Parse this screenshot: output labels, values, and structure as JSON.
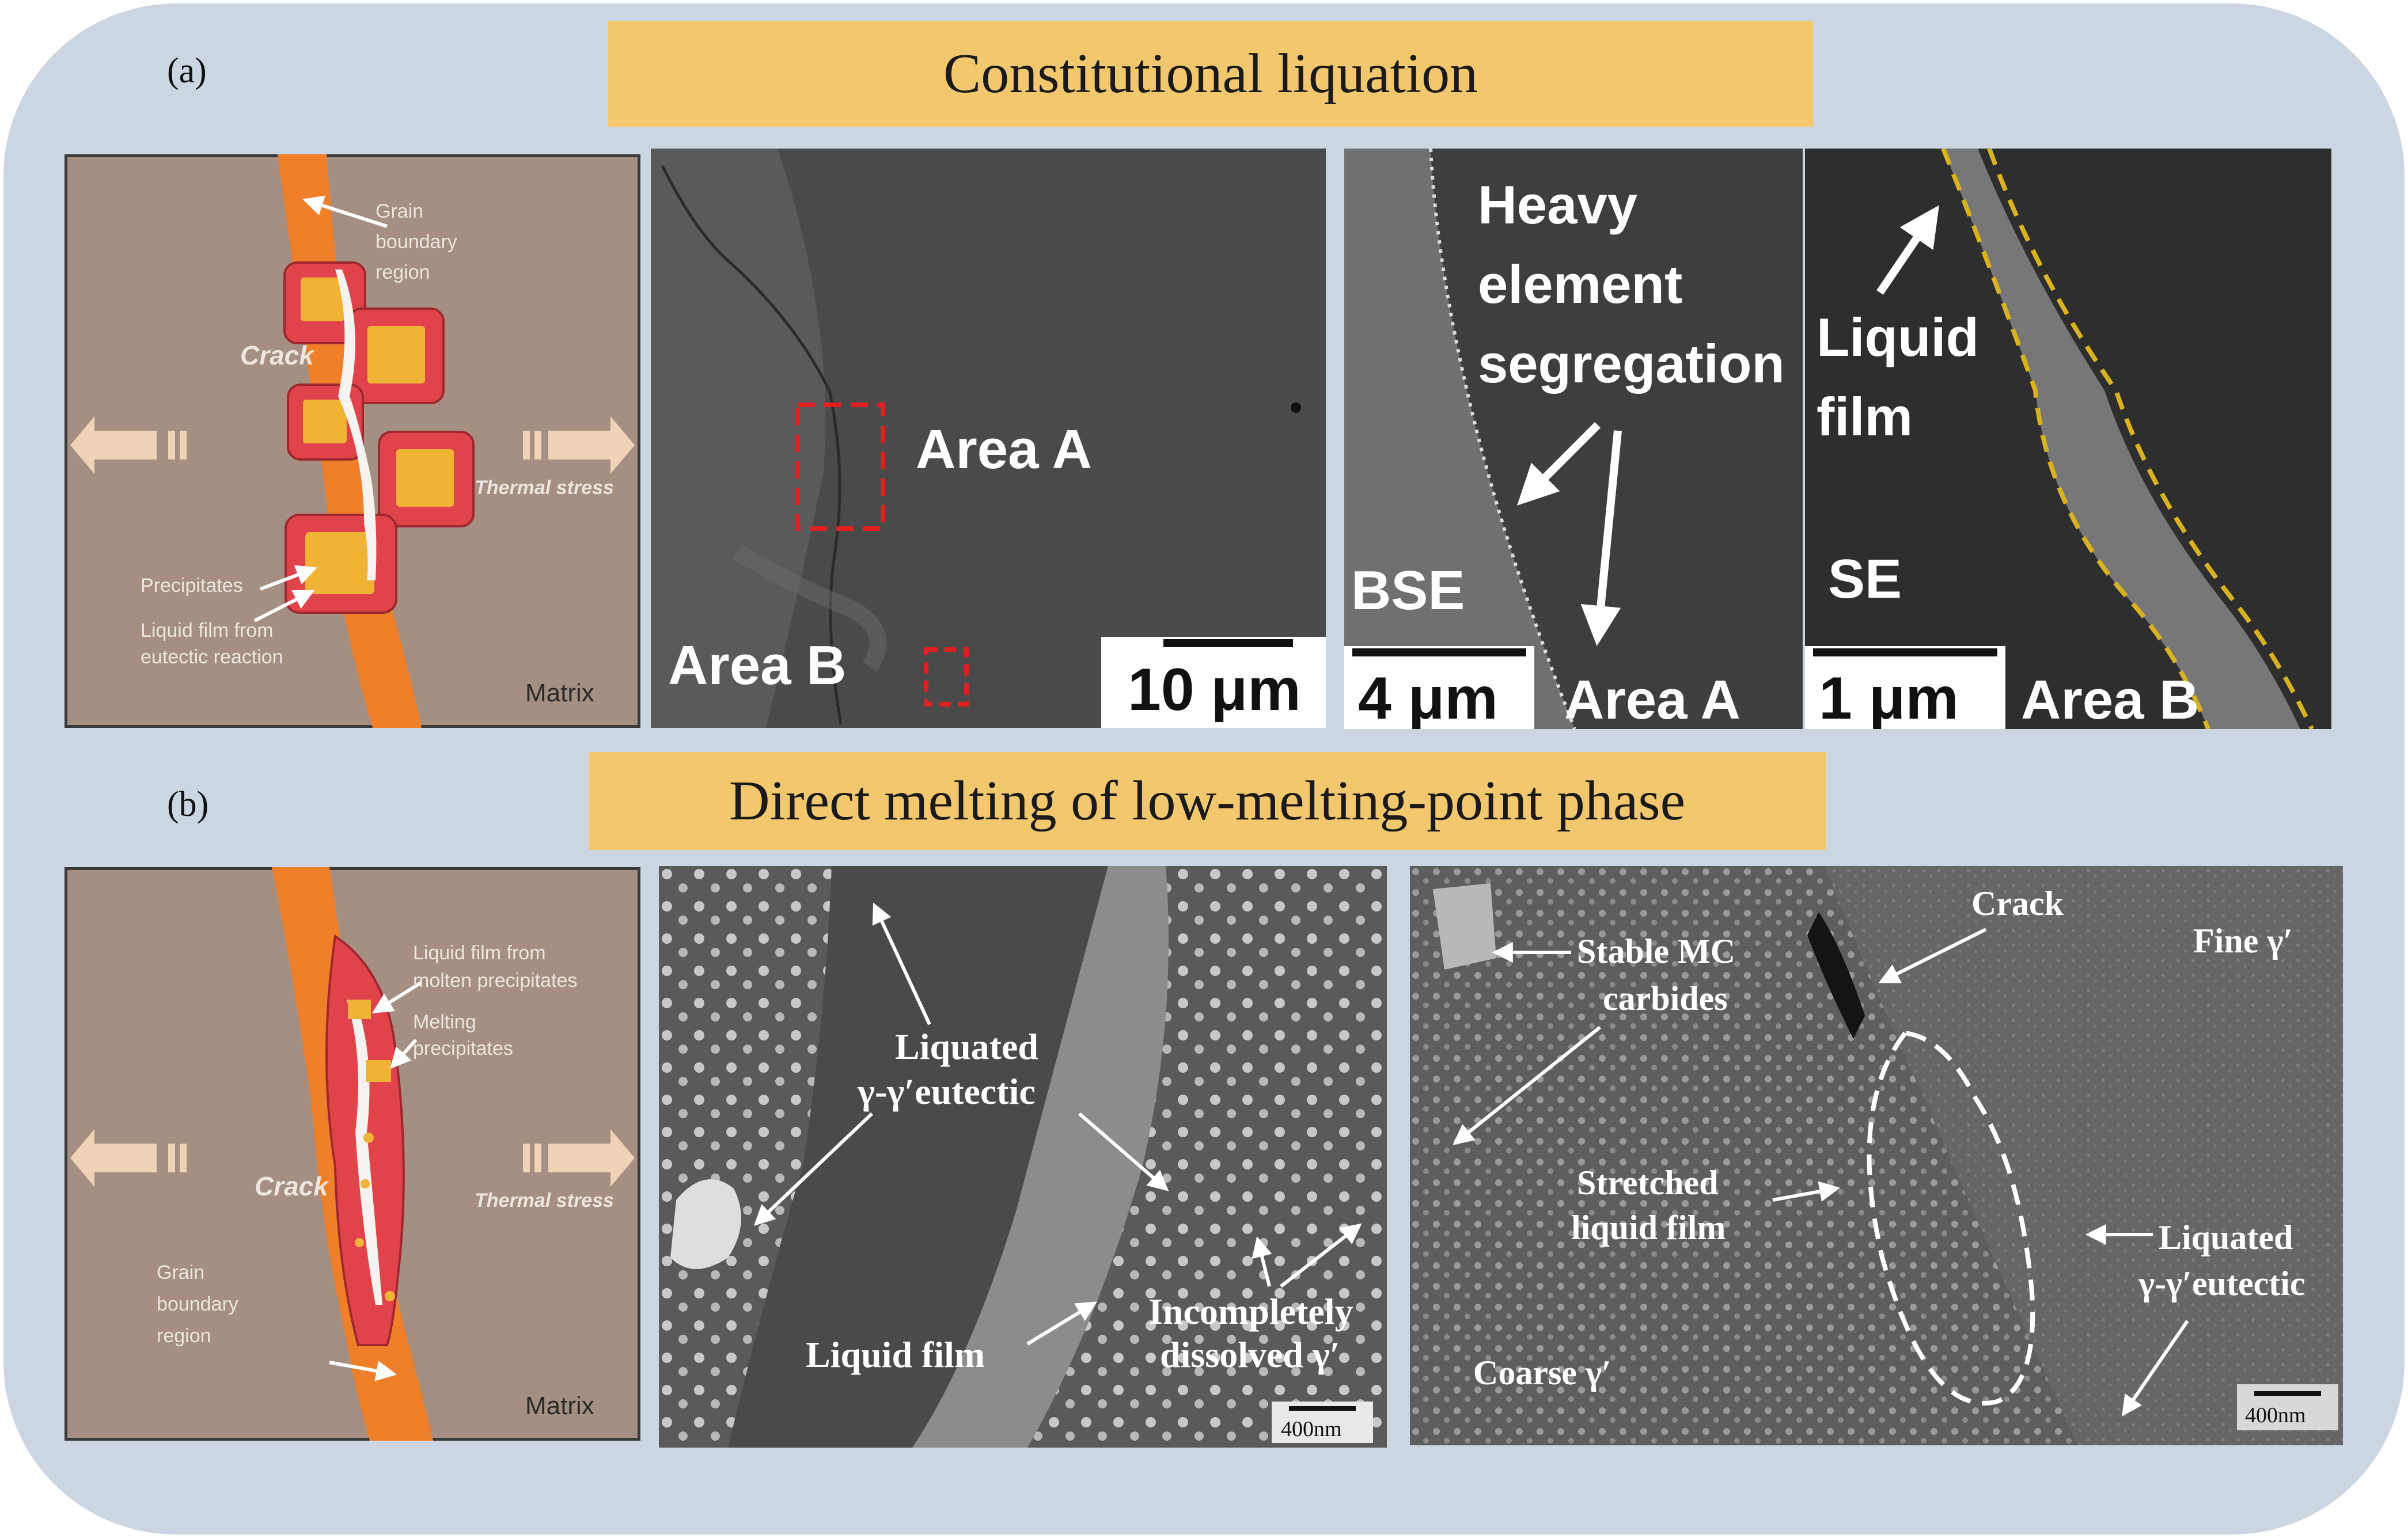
{
  "labels": {
    "a": "(a)",
    "b": "(b)"
  },
  "banners": {
    "a": "Constitutional liquation",
    "b": "Direct melting of low-melting-point phase"
  },
  "schematic_a": {
    "grain_boundary": [
      "Grain",
      "boundary",
      "region"
    ],
    "crack": "Crack",
    "thermal_stress": "Thermal stress",
    "precipitates": "Precipitates",
    "liquid_film": [
      "Liquid film from",
      "eutectic reaction"
    ],
    "matrix": "Matrix"
  },
  "sem_a1": {
    "area_a": "Area A",
    "area_b": "Area B",
    "scale": "10 μm"
  },
  "sem_a2": {
    "annotation": [
      "Heavy",
      "element",
      "segregation"
    ],
    "mode": "BSE",
    "scale": "4 μm",
    "area": "Area A"
  },
  "sem_a3": {
    "annotation": [
      "Liquid",
      "film"
    ],
    "mode": "SE",
    "scale": "1 μm",
    "area": "Area B"
  },
  "schematic_b": {
    "liquid_film": [
      "Liquid film from",
      "molten precipitates"
    ],
    "melting": [
      "Melting",
      "precipitates"
    ],
    "crack": "Crack",
    "thermal_stress": "Thermal stress",
    "grain_boundary": [
      "Grain",
      "boundary",
      "region"
    ],
    "matrix": "Matrix"
  },
  "sem_b1": {
    "liquated": [
      "Liquated",
      "γ-γ′eutectic"
    ],
    "liquid_film": "Liquid film",
    "incompletely": [
      "Incompletely",
      "dissolved γ′"
    ],
    "scale": "400nm"
  },
  "sem_b2": {
    "stable": [
      "Stable MC",
      "carbides"
    ],
    "crack": "Crack",
    "fine": "Fine γ′",
    "stretched": [
      "Stretched",
      "liquid film"
    ],
    "liquated": [
      "Liquated",
      "γ-γ′eutectic"
    ],
    "coarse": "Coarse  γ′",
    "scale": "400nm"
  },
  "colors": {
    "frame": "#ccd6e2",
    "banner": "#f3c76d",
    "matrix": "#a48f82",
    "boundary": "#f07f2a",
    "halo": "#e0444a",
    "precipitate": "#f1b335",
    "dashed_outline": "#e02020",
    "liquid_outline": "#d9b21e"
  }
}
